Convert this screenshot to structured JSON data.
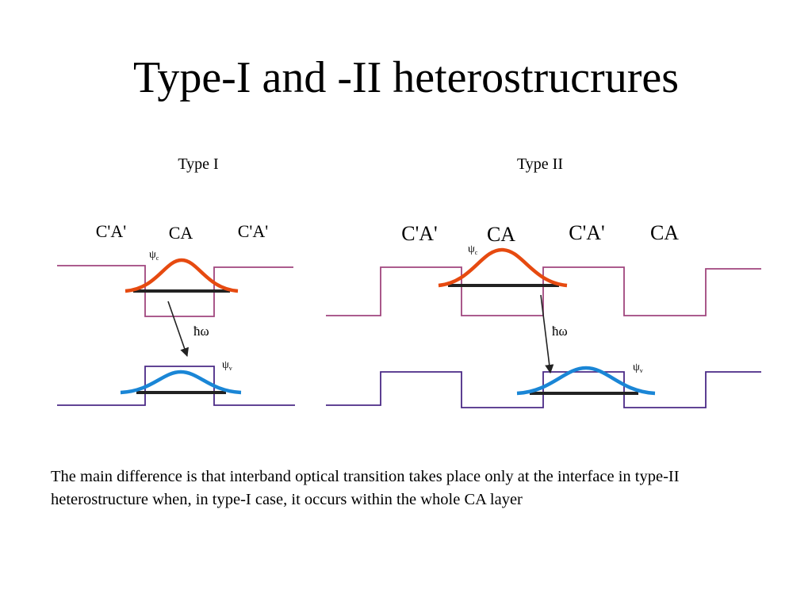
{
  "slide": {
    "title": "Type-I and -II heterostrucrures",
    "caption": "The main difference is that interband optical transition takes place only at the interface in type-II heterostructure when, in type-I case, it occurs within the whole CA layer"
  },
  "type1": {
    "heading": "Type I",
    "layer_left": "C'A'",
    "layer_center": "CA",
    "layer_right": "C'A'",
    "psi_c": "ψ",
    "psi_c_sub": "c",
    "psi_v": "ψ",
    "psi_v_sub": "v",
    "transition": "ħω"
  },
  "type2": {
    "heading": "Type II",
    "layer_1": "C'A'",
    "layer_2": "CA",
    "layer_3": "C'A'",
    "layer_4": "CA",
    "psi_c": "ψ",
    "psi_c_sub": "c",
    "psi_v": "ψ",
    "psi_v_sub": "v",
    "transition": "ħω"
  },
  "colors": {
    "conduction_band": "#a0467e",
    "valence_band": "#4b2a86",
    "electron_wavefunction": "#e64a10",
    "hole_wavefunction": "#1a86d6",
    "energy_level": "#222222",
    "arrow": "#222222"
  }
}
